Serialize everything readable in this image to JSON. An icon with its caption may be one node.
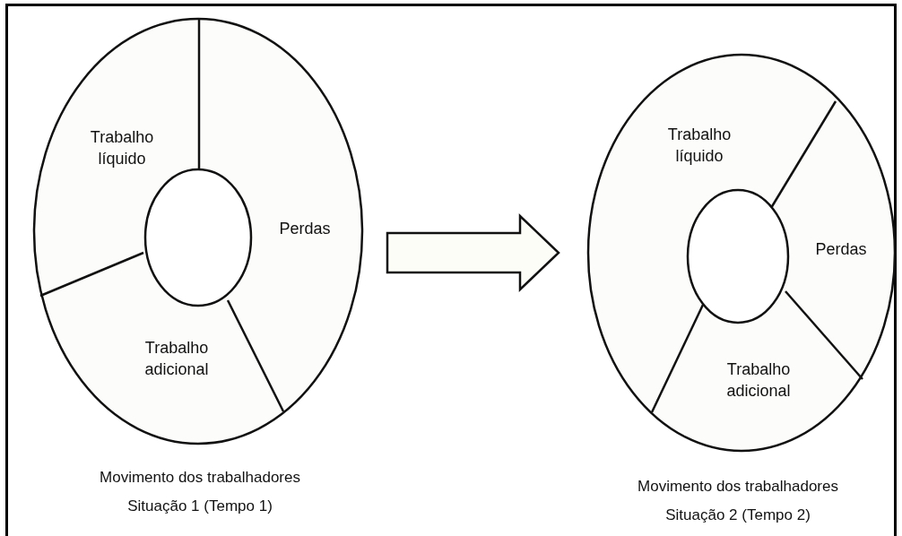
{
  "diagram": {
    "nodes": [
      {
        "text": [],
        "shape": "circle",
        "beside": [
          "Movimento dos trabalhadores Situação 1 (Tempo 1)"
        ]
      },
      {
        "text": [
          "Trabalho líquido"
        ],
        "in": 0
      },
      {
        "text": [
          "Perdas"
        ],
        "in": 0
      },
      {
        "text": [
          "Trabalho adicional"
        ],
        "in": 0
      },
      {
        "text": [],
        "shape": "circle",
        "beside": [
          "Movimento dos trabalhadores Situação 2 (Tempo 2)"
        ]
      },
      {
        "text": [
          "Trabalho líquido"
        ],
        "in": 4
      },
      {
        "text": [
          "Perdas"
        ],
        "in": 4
      },
      {
        "text": [
          "Trabalho adicional"
        ],
        "in": 4
      }
    ],
    "edges": [
      {
        "from": 0,
        "to": 4,
        "arrow": "to",
        "style": "thick"
      }
    ]
  }
}
